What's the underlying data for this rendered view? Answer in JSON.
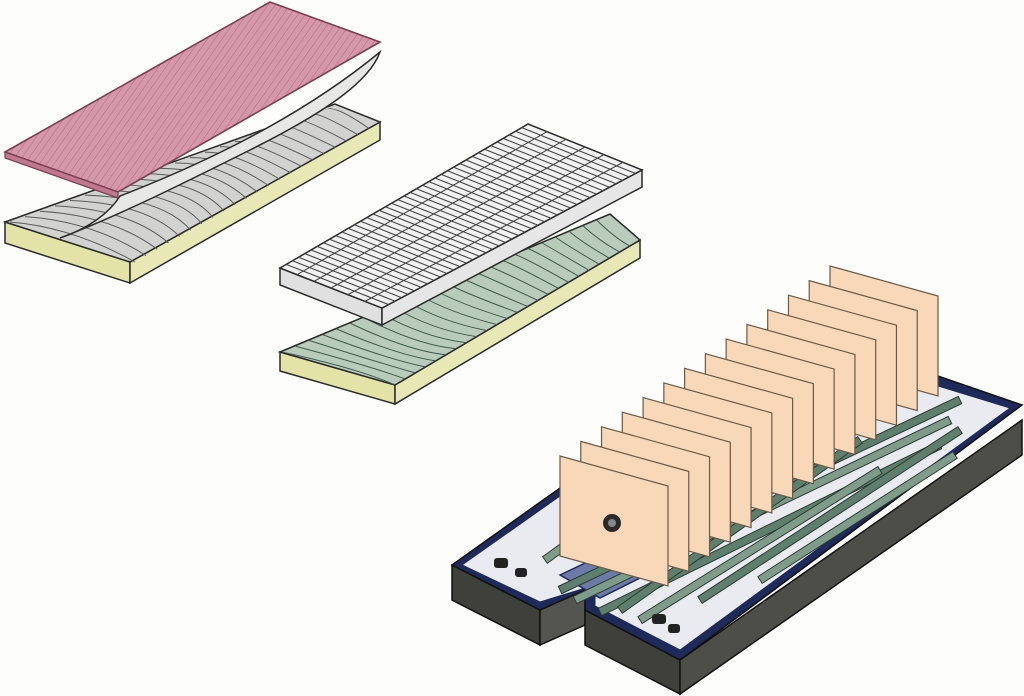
{
  "figure": {
    "components": [
      {
        "id": "top-left",
        "name": "pad-with-membrane"
      },
      {
        "id": "middle",
        "name": "grid-mesh-over-wavy-base"
      },
      {
        "id": "bottom-right",
        "name": "tray-with-fin-array"
      }
    ],
    "fin_count": 14,
    "colors": {
      "background": "#fdfdfc",
      "outline": "#2a2a2a",
      "pink_membrane": "#cf8fa3",
      "olive_side": "#e3e3a8",
      "grey_wavy": "#cfcfcf",
      "greenish_wavy": "#b9cbbb",
      "mesh": "#f2f2f2",
      "fin": "#f8d8b8",
      "tray_dark": "#4a4a46",
      "tray_floor": "#e9ebf1",
      "navy_edge": "#1e2a5a",
      "rods": "#5f7f6e"
    }
  }
}
